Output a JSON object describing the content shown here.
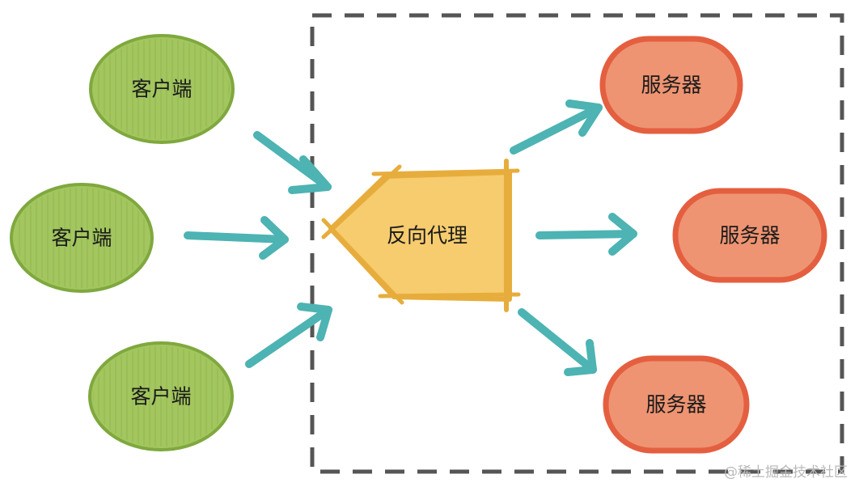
{
  "diagram": {
    "clients": [
      {
        "label": "客户端"
      },
      {
        "label": "客户端"
      },
      {
        "label": "客户端"
      }
    ],
    "proxy": {
      "label": "反向代理"
    },
    "servers": [
      {
        "label": "服务器"
      },
      {
        "label": "服务器"
      },
      {
        "label": "服务器"
      }
    ]
  },
  "colors": {
    "client_fill": "#a3c65f",
    "client_stroke": "#7fa83e",
    "proxy_fill": "#f6cc6e",
    "proxy_stroke": "#e7ad3c",
    "server_fill": "#ee9472",
    "server_stroke": "#e45f40",
    "arrow": "#4db3b3",
    "boundary": "#555555"
  },
  "watermark": "@稀土掘金技术社区"
}
